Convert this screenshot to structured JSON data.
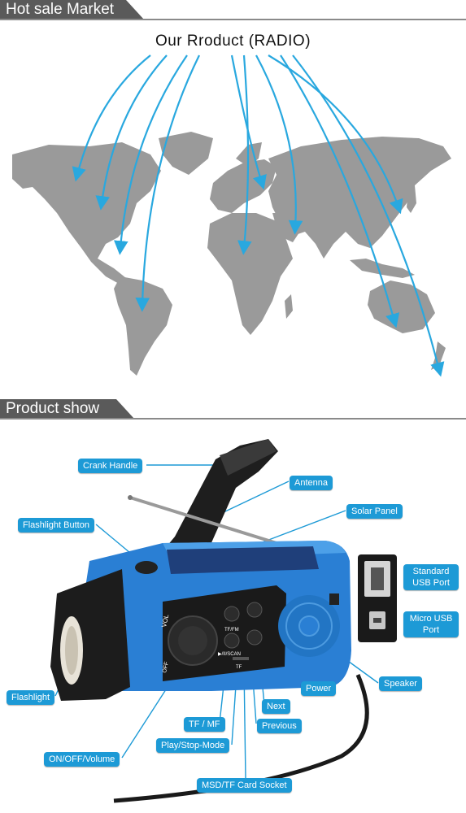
{
  "banners": {
    "market": "Hot sale Market",
    "product": "Product show"
  },
  "map": {
    "title": "Our Rroduct  (RADIO)"
  },
  "labels": {
    "crank_handle": "Crank Handle",
    "antenna": "Antenna",
    "solar_panel": "Solar Panel",
    "flashlight_button": "Flashlight Button",
    "standard_usb_port": "Standard USB Port",
    "micro_usb_port": "Micro USB Port",
    "speaker": "Speaker",
    "power": "Power",
    "next": "Next",
    "previous": "Previous",
    "flashlight": "Flashlight",
    "tf_mf": "TF / MF",
    "play_stop_mode": "Play/Stop-Mode",
    "on_off_volume": "ON/OFF/Volume",
    "msd_tf_card_socket": "MSD/TF Card Socket"
  },
  "device_markings": {
    "vol": "VOL",
    "off": "OFF",
    "tf_fm": "TF/FM",
    "scan": "▶/II/SCAN",
    "tf_slot": "TF"
  },
  "colors": {
    "banner": "#5a5a5a",
    "callout": "#1d9ad6",
    "arrow": "#29a8df",
    "land": "#9a9a9a",
    "radio_body": "#2a7fd4",
    "radio_dark": "#1c1c1c"
  }
}
